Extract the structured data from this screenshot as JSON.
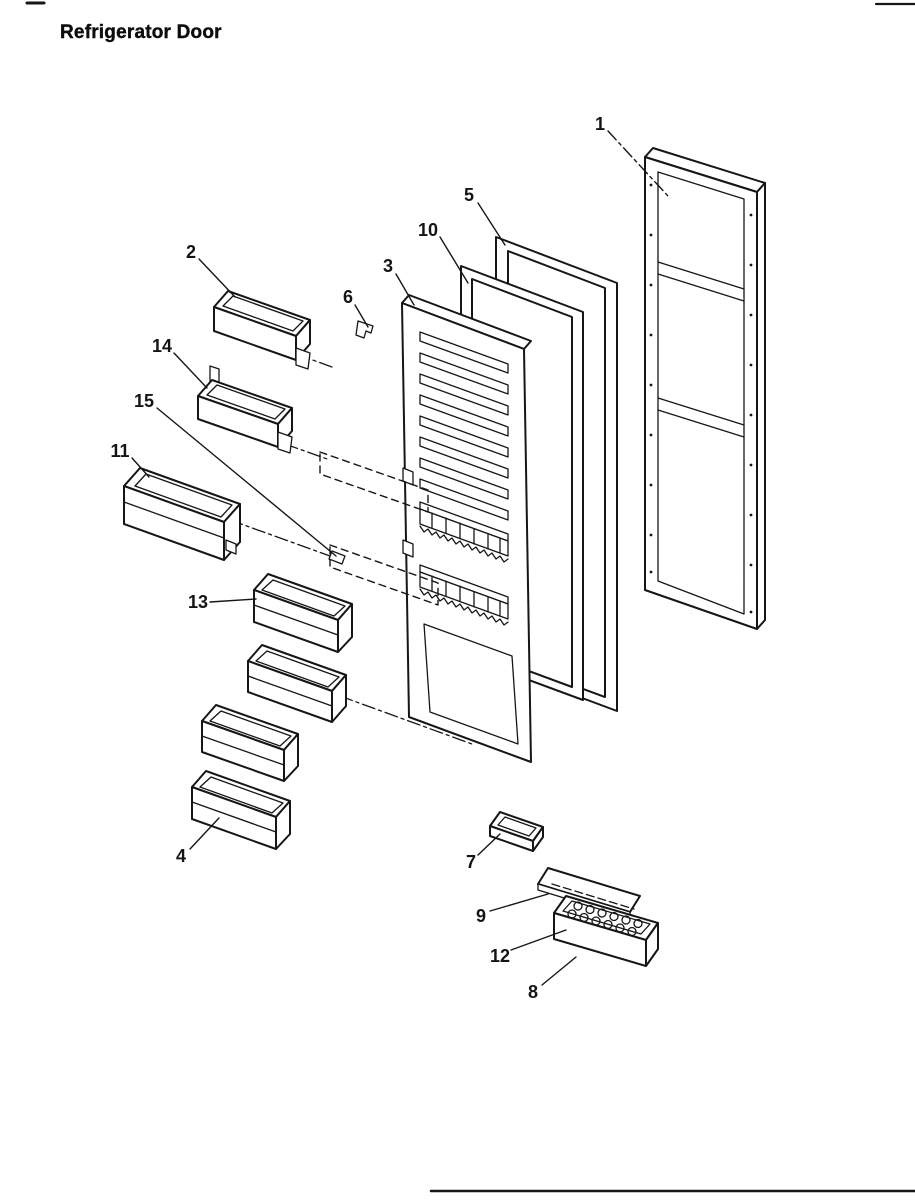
{
  "page": {
    "title": "Refrigerator Door"
  },
  "diagram": {
    "part_labels": {
      "p1": "1",
      "p2": "2",
      "p3": "3",
      "p4": "4",
      "p5": "5",
      "p6": "6",
      "p7": "7",
      "p8": "8",
      "p9": "9",
      "p10": "10",
      "p11": "11",
      "p12": "12",
      "p13": "13",
      "p14": "14",
      "p15": "15"
    },
    "colors": {
      "ink": "#161616",
      "paper": "#ffffff"
    }
  }
}
